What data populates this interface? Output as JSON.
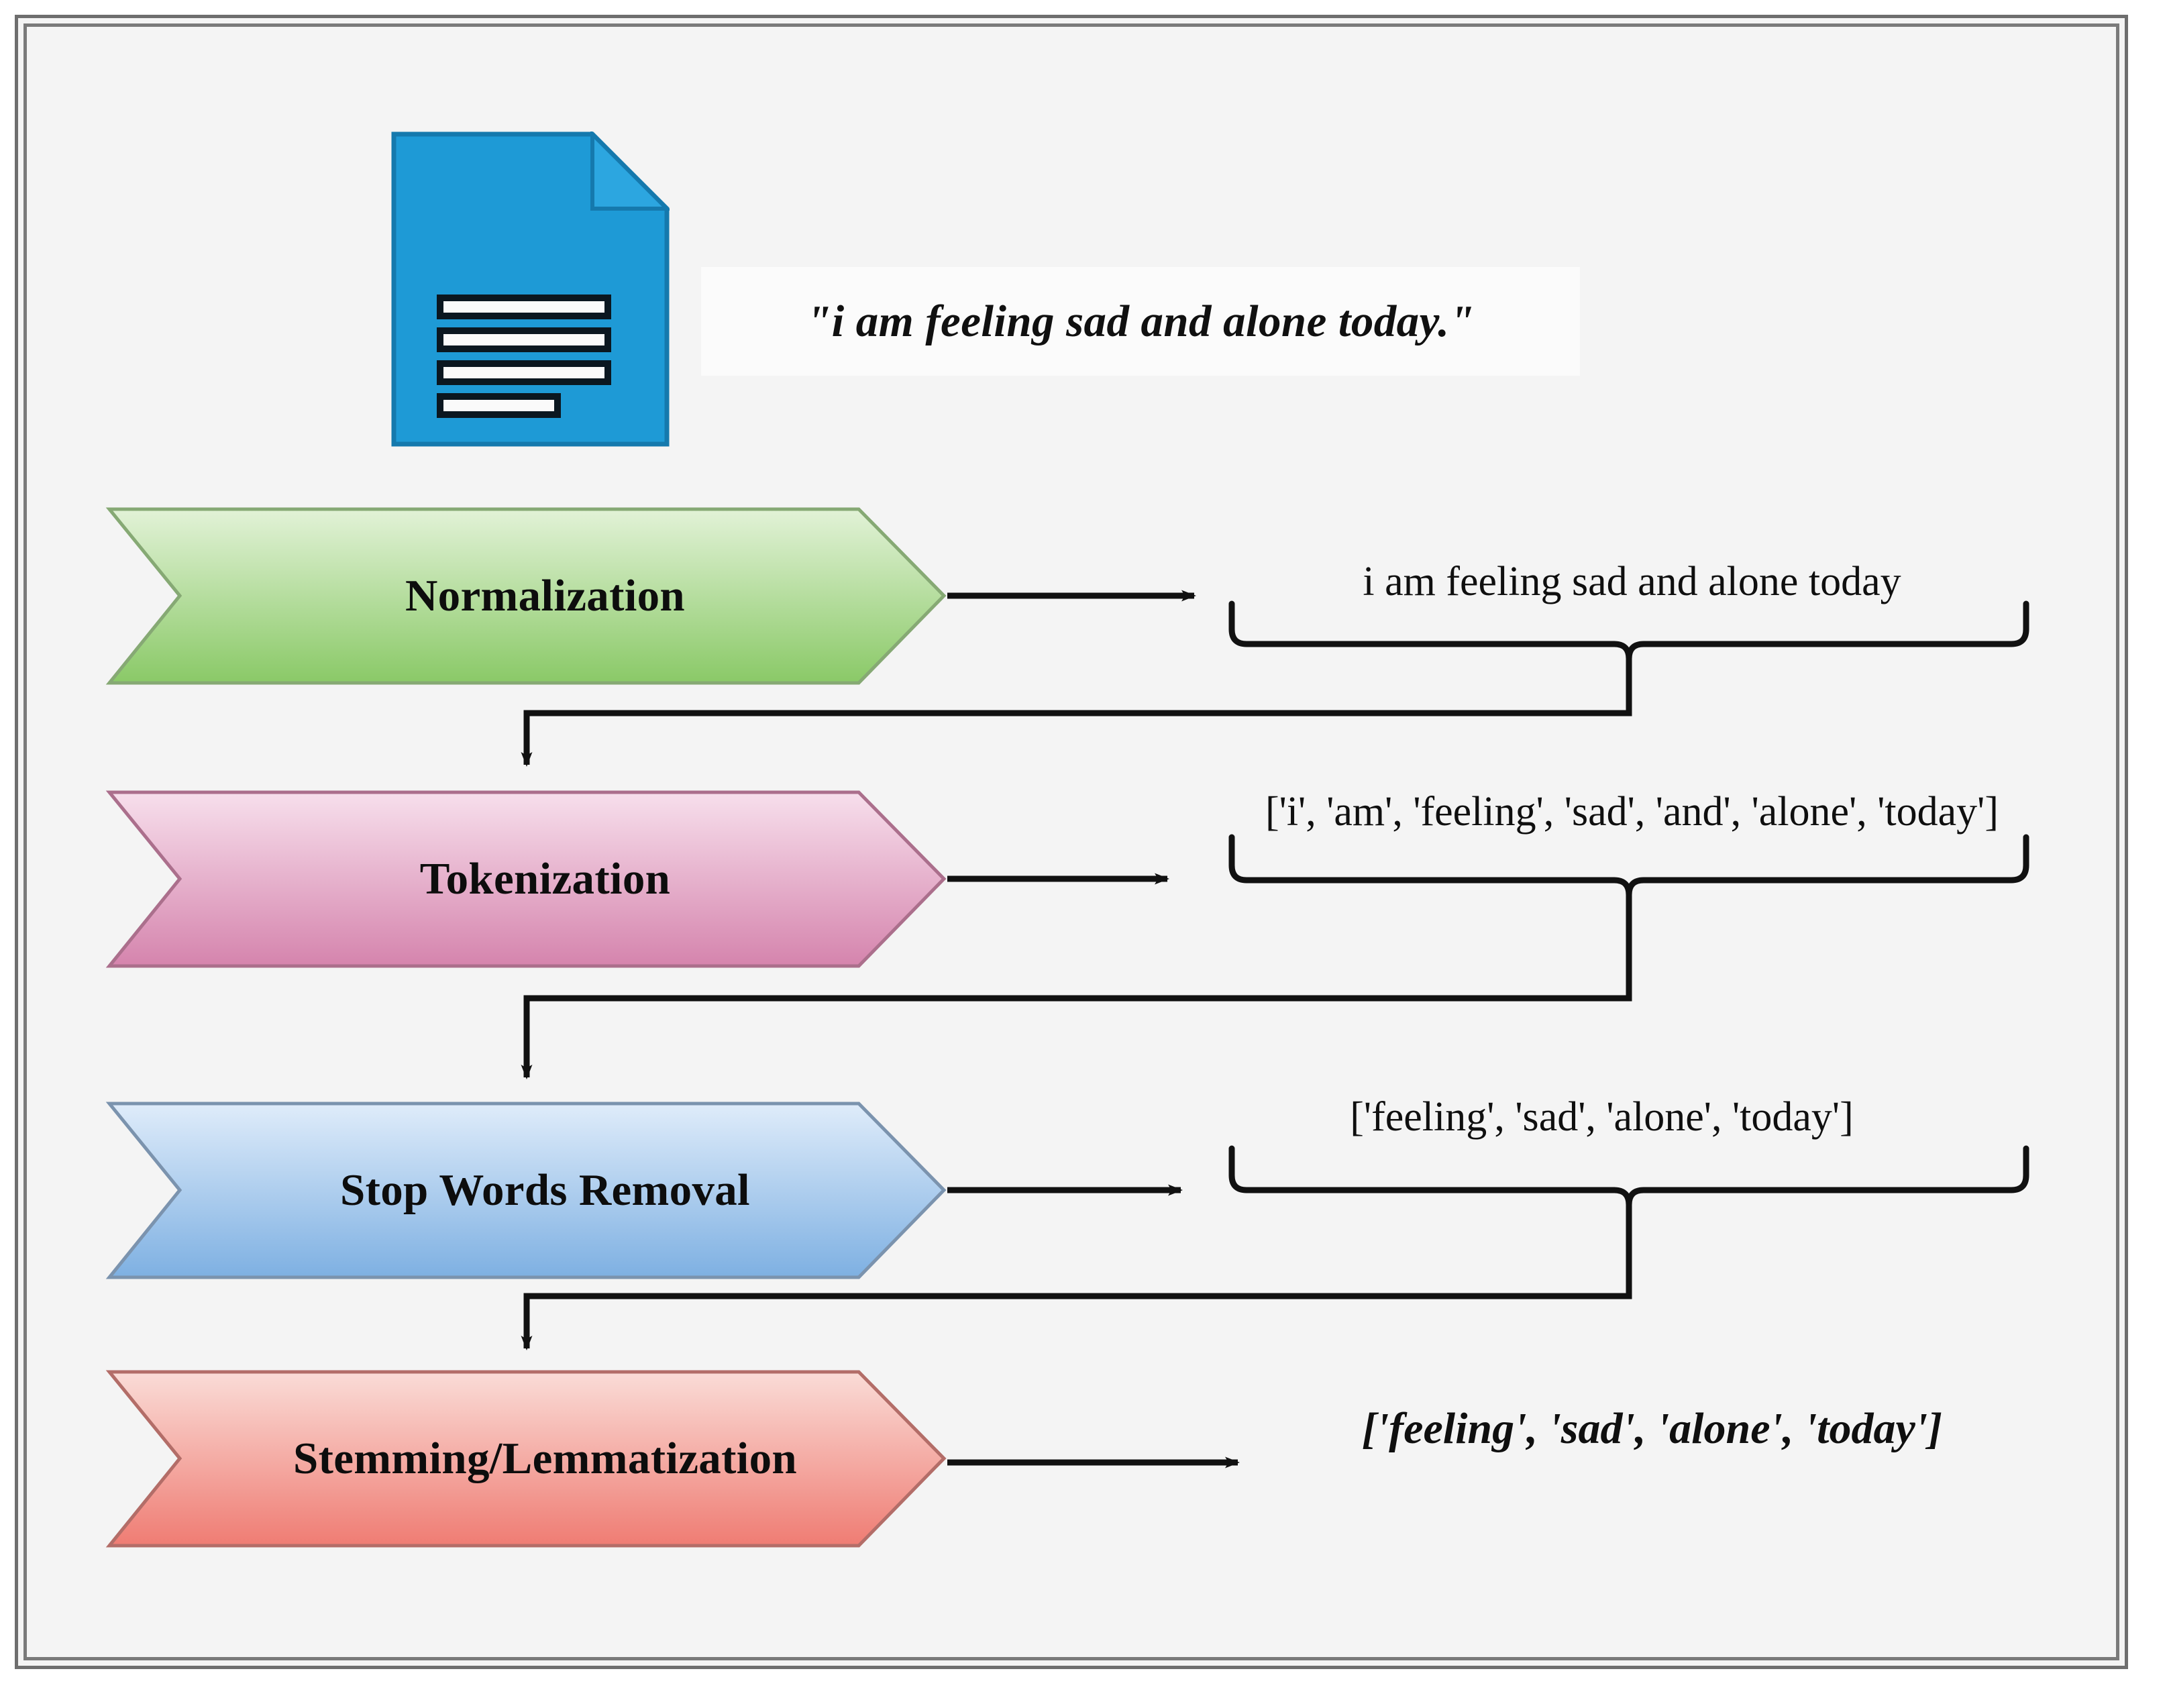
{
  "diagram": {
    "title": "Text preprocessing pipeline",
    "frame": {
      "border_color": "#6e6e6e",
      "background": "#f4f4f4"
    },
    "document_icon": {
      "name": "document-icon",
      "fill": "#1e9ad6",
      "line_count": 4,
      "fold_corner": true
    },
    "input": {
      "label": "raw-input-text",
      "text": "\"i am feeling sad and alone today.\"",
      "background": "#fbfbfb"
    },
    "stages": [
      {
        "id": "normalization",
        "label": "Normalization",
        "fill_top": "#dff0d2",
        "fill_bottom": "#8cc96a",
        "stroke": "#7aa75f",
        "result": "i am feeling sad and alone today",
        "result_style": "plain",
        "has_brace": true
      },
      {
        "id": "tokenization",
        "label": "Tokenization",
        "fill_top": "#f6dce9",
        "fill_bottom": "#d munched",
        "stroke": "#b2718f",
        "result": "['i', 'am', 'feeling', 'sad', 'and', 'alone', 'today']",
        "result_style": "plain",
        "has_brace": true
      },
      {
        "id": "stop-words-removal",
        "label": "Stop Words Removal",
        "fill_top": "#dbe9f8",
        "fill_bottom": "#7fb0e0",
        "stroke": "#7a93ad",
        "result": "['feeling', 'sad', 'alone', 'today']",
        "result_style": "plain",
        "has_brace": true
      },
      {
        "id": "stemming-lemmatization",
        "label": "Stemming/Lemmatization",
        "fill_top": "#f9d6d2",
        "fill_bottom": "#ef7b72",
        "stroke": "#b5706a",
        "result": "['feeling', 'sad', 'alone', 'today']",
        "result_style": "bold-italic",
        "has_brace": false
      }
    ],
    "connector_color": "#111111"
  }
}
